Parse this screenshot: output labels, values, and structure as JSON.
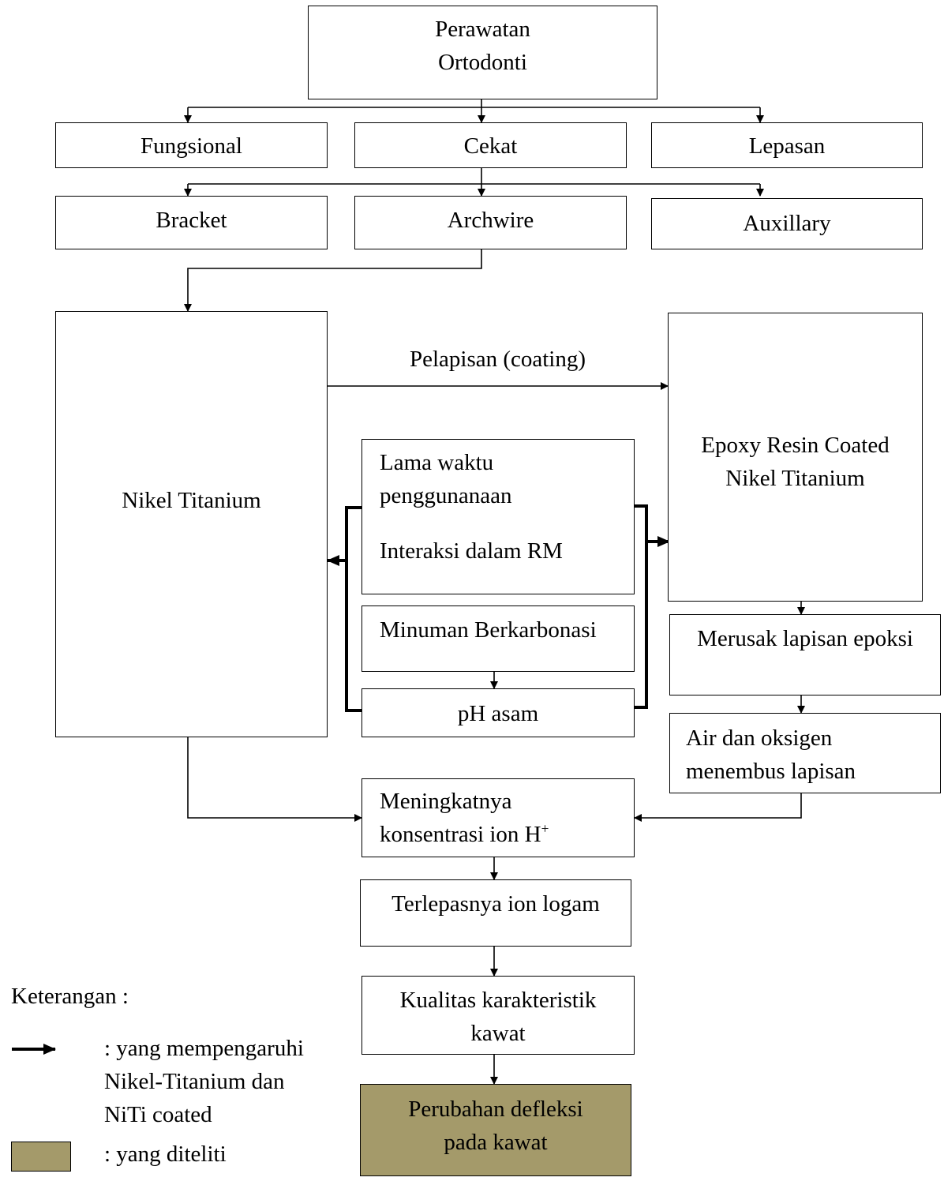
{
  "nodes": {
    "perawatan": [
      "Perawatan",
      "Ortodonti"
    ],
    "fungsional": "Fungsional",
    "cekat": "Cekat",
    "lepasan": "Lepasan",
    "bracket": "Bracket",
    "archwire": "Archwire",
    "auxillary": "Auxillary",
    "nikel": "Nikel Titanium",
    "coating_label": "Pelapisan (coating)",
    "epoxy": [
      "Epoxy Resin Coated",
      "Nikel Titanium"
    ],
    "lama": [
      "Lama waktu",
      "penggunanaan"
    ],
    "interaksi": "Interaksi dalam RM",
    "minuman": "Minuman Berkarbonasi",
    "ph": "pH asam",
    "merusak": "Merusak lapisan epoksi",
    "air": [
      "Air dan oksigen",
      "menembus lapisan"
    ],
    "meningkat_1": "Meningkatnya",
    "meningkat_2": "konsentrasi ion H",
    "meningkat_sup": "+",
    "terlepas": "Terlepasnya ion logam",
    "kualitas": [
      "Kualitas karakteristik",
      "kawat"
    ],
    "perubahan": [
      "Perubahan defleksi",
      "pada kawat"
    ]
  },
  "legend": {
    "title": "Keterangan :",
    "arrow_desc": [
      ": yang mempengaruhi",
      "Nikel-Titanium dan",
      "NiTi coated"
    ],
    "box_desc": ": yang diteliti"
  },
  "colors": {
    "highlight": "#a49a6a"
  }
}
